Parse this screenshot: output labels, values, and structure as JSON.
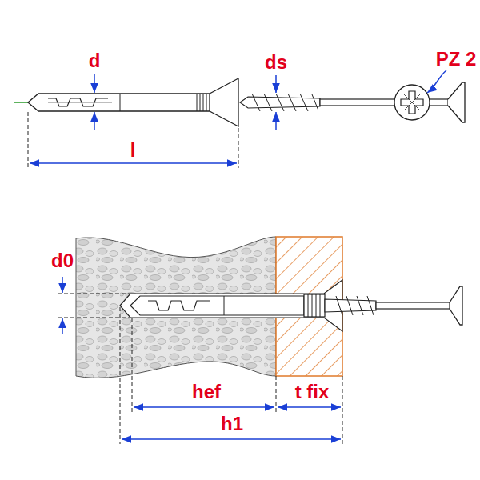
{
  "diagram": {
    "labels": [
      "d",
      "ds",
      "PZ 2",
      "l",
      "d0",
      "hef",
      "t fix",
      "h1"
    ]
  }
}
